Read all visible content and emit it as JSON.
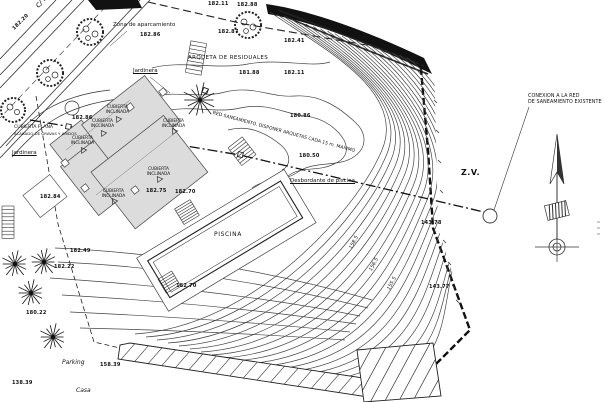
{
  "labels": {
    "street": "c/ A",
    "zona_aparcamiento": "Zona de aparcamiento",
    "jardinera": "Jardinera",
    "arqueta_residuales": "ARQUETA  DE  RESIDUALES",
    "red_saneamiento": "RED SANEAMIENTO. DISPONER ARQUETAS CADA 15 m. MAXIMO",
    "desbordante": "Desbordante de piscina",
    "piscina": "PISCINA",
    "cubierta_plana_1": "CUBIERTA PLANA",
    "cubierta_plana_2": "ACABADO DE GRAVAS Y ARIDOS",
    "cubierta_inclinada": "CUBIERTA INCLINADA",
    "parking": "Parking",
    "casa": "Casa",
    "zona_verde": "Z.V.",
    "conexion_1": "CONEXION A LA RED",
    "conexion_2": "DE SANEAMIENTO EXISTENTE"
  },
  "spot_elevations": [
    "182.20",
    "182.86",
    "182.11",
    "182.88",
    "182.87",
    "182.41",
    "181.88",
    "182.11",
    "182.86",
    "182.84",
    "180.86",
    "180.50",
    "182.75",
    "182.70",
    "182.70",
    "182.49",
    "182.22",
    "180.22",
    "143.78",
    "143.77",
    "138.39",
    "158.39"
  ],
  "contour_labels": [
    "158.5",
    "156.5",
    "155.5"
  ],
  "colors": {
    "line": "#1a1a1a",
    "roof_fill": "#dcdcdc",
    "paper": "#ffffff"
  }
}
